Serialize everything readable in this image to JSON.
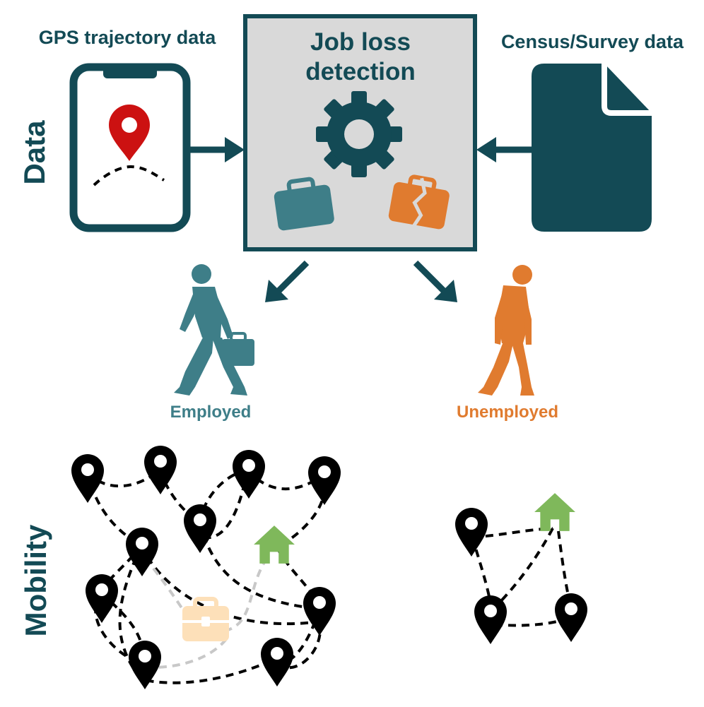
{
  "labels": {
    "gps": "GPS trajectory data",
    "census": "Census/Survey data",
    "job_loss_line1": "Job loss",
    "job_loss_line2": "detection",
    "employed": "Employed",
    "unemployed": "Unemployed",
    "data_section": "Data",
    "mobility_section": "Mobility"
  },
  "colors": {
    "dark_teal": "#134a55",
    "teal": "#3e7e88",
    "orange": "#e07b2f",
    "red_pin": "#cc1111",
    "green_home": "#7fb85b",
    "box_fill": "#d9d9d9",
    "briefcase_light": "#fde0b9"
  }
}
